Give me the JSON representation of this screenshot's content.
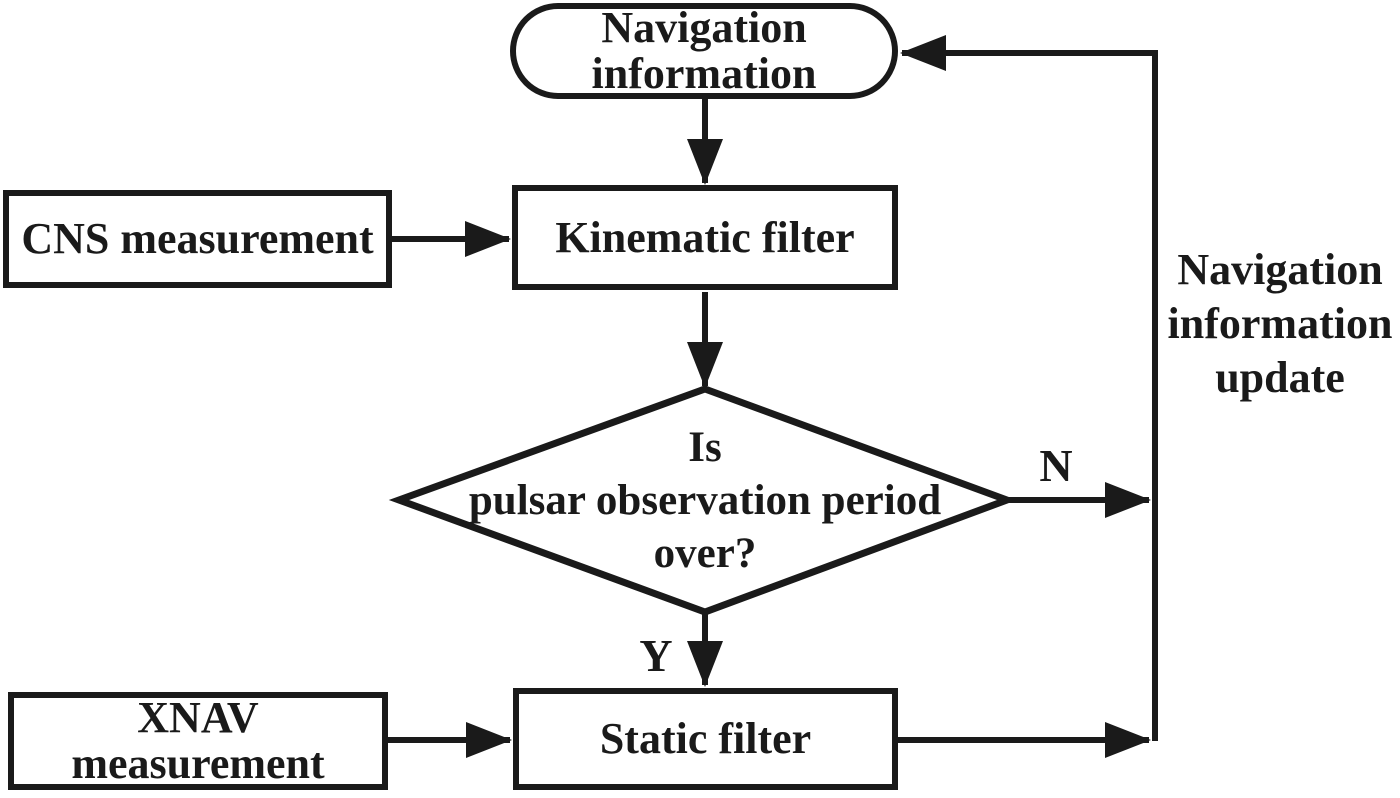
{
  "diagram": {
    "type": "flowchart",
    "background_color": "#ffffff",
    "stroke_color": "#1a1a1a",
    "nodes": {
      "navigation_information": {
        "label": "Navigation\ninformation",
        "shape": "terminator"
      },
      "cns_measurement": {
        "label": "CNS measurement",
        "shape": "rectangle"
      },
      "kinematic_filter": {
        "label": "Kinematic filter",
        "shape": "rectangle"
      },
      "pulsar_decision": {
        "label": "Is\npulsar observation period\nover?",
        "shape": "diamond"
      },
      "xnav_measurement": {
        "label": "XNAV\nmeasurement",
        "shape": "rectangle"
      },
      "static_filter": {
        "label": "Static filter",
        "shape": "rectangle"
      }
    },
    "edge_labels": {
      "decision_no": "N",
      "decision_yes": "Y",
      "feedback": "Navigation\ninformation\nupdate"
    }
  }
}
